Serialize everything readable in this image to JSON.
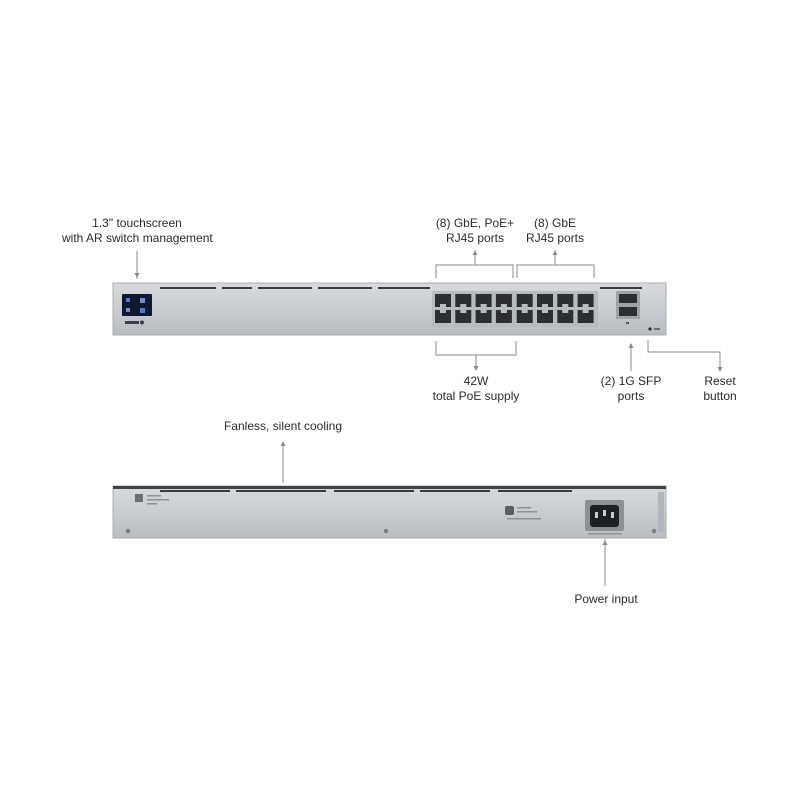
{
  "front_callouts": {
    "touchscreen": [
      "1.3\" touchscreen",
      "with AR switch management"
    ],
    "poe_ports": [
      "(8) GbE, PoE+",
      "RJ45 ports"
    ],
    "gbe_ports": [
      "(8) GbE",
      "RJ45 ports"
    ],
    "poe_supply": [
      "42W",
      "total PoE supply"
    ],
    "sfp_ports": [
      "(2) 1G SFP",
      "ports"
    ],
    "reset": [
      "Reset",
      "button"
    ]
  },
  "rear_callouts": {
    "cooling": "Fanless, silent cooling",
    "power": "Power input"
  },
  "colors": {
    "chassis": "#c9ccd0",
    "chassis_edge": "#a9adb2",
    "leader": "#8a8a8a",
    "screen": "#0e1830",
    "screen_icon": "#4a7bd4",
    "port": "#2c2e31"
  },
  "icons": [
    "touchscreen-display",
    "rj45-port",
    "sfp-cage",
    "reset-pinhole",
    "ubiquiti-logo",
    "iec-c14-power-inlet",
    "rack-screw"
  ]
}
